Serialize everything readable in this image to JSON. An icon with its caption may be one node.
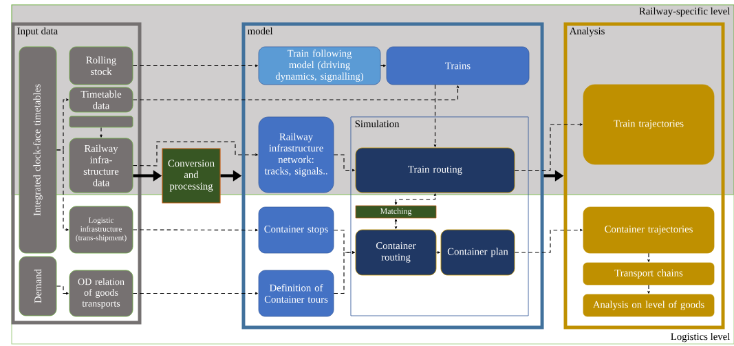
{
  "diagram": {
    "nodes": [
      {
        "text": [
          "Input data"
        ]
      },
      {
        "text": [
          "Integrated clock-face timetables"
        ],
        "in": 0
      },
      {
        "text": [
          "Rolling stock"
        ],
        "in": 0
      },
      {
        "text": [
          "Timetable data"
        ],
        "in": 0
      },
      {
        "text": [],
        "shape": "box",
        "in": 0
      },
      {
        "text": [
          "Railway infra-structure data"
        ],
        "in": 0
      },
      {
        "text": [
          "Logistic infrastructure (trans-shipment)"
        ],
        "in": 0
      },
      {
        "text": [
          "Demand"
        ],
        "in": 0
      },
      {
        "text": [
          "OD relation of goods transports"
        ],
        "in": 0
      },
      {
        "text": [
          "Conversion and processing"
        ]
      },
      {
        "text": [
          "model"
        ]
      },
      {
        "text": [
          "Train following model (driving dynamics, signalling)"
        ],
        "in": 10
      },
      {
        "text": [
          "Trains"
        ],
        "in": 10
      },
      {
        "text": [
          "Railway infrastructure network: tracks, signals.."
        ],
        "in": 10
      },
      {
        "text": [
          "Simulation"
        ],
        "in": 10
      },
      {
        "text": [
          "Train routing"
        ],
        "in": 14
      },
      {
        "text": [
          "Matching"
        ],
        "in": 14
      },
      {
        "text": [
          "Container stops"
        ],
        "in": 10
      },
      {
        "text": [
          "Container routing"
        ],
        "in": 14
      },
      {
        "text": [
          "Container plan"
        ],
        "in": 14
      },
      {
        "text": [
          "Definition of Container tours"
        ],
        "in": 10
      },
      {
        "text": [
          "Analysis"
        ]
      },
      {
        "text": [
          "Train trajectories"
        ],
        "in": 21
      },
      {
        "text": [
          "Container trajectories"
        ],
        "in": 21
      },
      {
        "text": [
          "Transport chains"
        ],
        "in": 21
      },
      {
        "text": [
          "Analysis on level of goods"
        ],
        "in": 21
      }
    ],
    "edges": [
      {
        "from": 2,
        "to": 11,
        "arrow": "to",
        "style": "dashed"
      },
      {
        "from": 3,
        "to": 12,
        "arrow": "to",
        "style": "dashed"
      },
      {
        "from": 4,
        "to": 5,
        "arrow": "to",
        "style": "dashed"
      },
      {
        "from": 1,
        "to": 3,
        "arrow": "to",
        "style": "dashed"
      },
      {
        "from": 1,
        "to": 6,
        "arrow": "to",
        "style": "dashed"
      },
      {
        "from": 7,
        "to": 8,
        "arrow": "to",
        "style": "dashed"
      },
      {
        "from": 5,
        "to": 13,
        "arrow": "to",
        "style": "dashed"
      },
      {
        "from": 5,
        "to": 9,
        "arrow": "to",
        "style": "thick"
      },
      {
        "from": 9,
        "to": 10,
        "arrow": "to",
        "style": "thick"
      },
      {
        "from": 6,
        "to": 17,
        "arrow": "to",
        "style": "dashed"
      },
      {
        "from": 8,
        "to": 20,
        "arrow": "to",
        "style": "dashed"
      },
      {
        "from": 11,
        "to": 12,
        "arrow": "to"
      },
      {
        "from": 12,
        "to": 15,
        "arrow": "to",
        "style": "dashed"
      },
      {
        "from": 13,
        "to": 15,
        "arrow": "to",
        "style": "dashed"
      },
      {
        "from": 15,
        "to": 22,
        "arrow": "to",
        "style": "dashed"
      },
      {
        "from": 10,
        "to": 21,
        "arrow": "to",
        "style": "thick"
      },
      {
        "from": 16,
        "to": 15,
        "arrow": "both",
        "style": "dashed"
      },
      {
        "from": 16,
        "to": 18,
        "arrow": "both",
        "style": "dashed"
      },
      {
        "from": 17,
        "to": 18,
        "arrow": "to",
        "style": "dashed"
      },
      {
        "from": 20,
        "to": 18,
        "arrow": "to",
        "style": "dashed"
      },
      {
        "from": 18,
        "to": 19,
        "arrow": "to"
      },
      {
        "from": 19,
        "to": 23,
        "arrow": "to",
        "style": "dashed"
      },
      {
        "from": 23,
        "to": 24,
        "arrow": "to",
        "style": "dashed"
      },
      {
        "from": 24,
        "to": 25,
        "arrow": "to",
        "style": "dashed"
      }
    ],
    "labels": [
      "Railway-specific level",
      "Logistics level"
    ]
  }
}
